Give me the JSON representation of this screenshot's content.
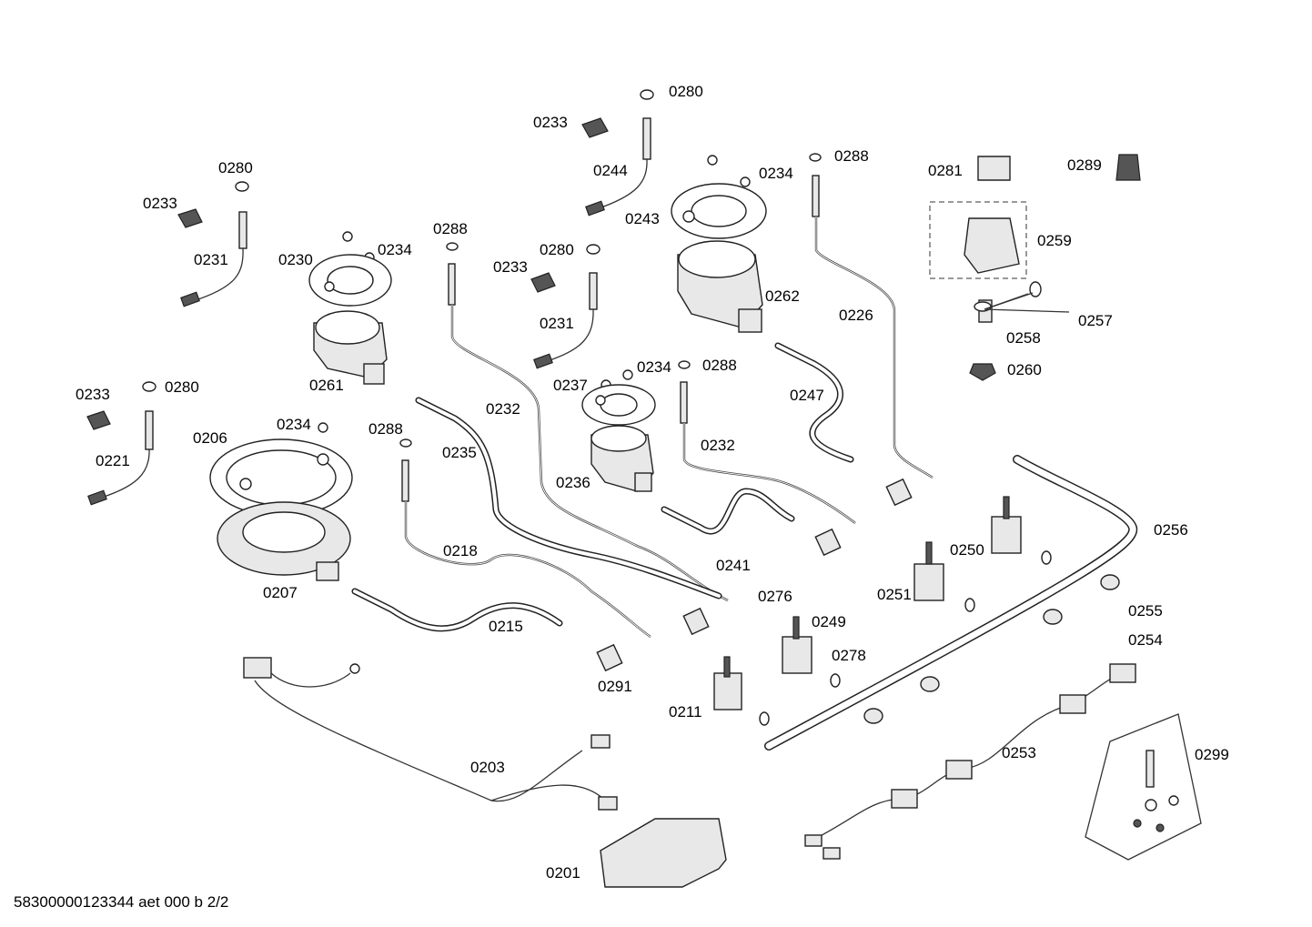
{
  "diagram": {
    "labels": {
      "p0280_a": "0280",
      "p0233_a": "0233",
      "p0244": "0244",
      "p0234_a": "0234",
      "p0288_a": "0288",
      "p0281": "0281",
      "p0289": "0289",
      "p0280_b": "0280",
      "p0233_b": "0233",
      "p0243": "0243",
      "p0259": "0259",
      "p0231_a": "0231",
      "p0288_b": "0288",
      "p0230": "0230",
      "p0234_b": "0234",
      "p0280_c": "0280",
      "p0233_c": "0233",
      "p0262": "0262",
      "p0257": "0257",
      "p0231_b": "0231",
      "p0226": "0226",
      "p0258": "0258",
      "p0260": "0260",
      "p0261": "0261",
      "p0234_c": "0234",
      "p0288_c": "0288",
      "p0237": "0237",
      "p0247": "0247",
      "p0233_d": "0233",
      "p0280_d": "0280",
      "p0232_a": "0232",
      "p0234_d": "0234",
      "p0288_d": "0288",
      "p0232_b": "0232",
      "p0206": "0206",
      "p0235": "0235",
      "p0221": "0221",
      "p0236": "0236",
      "p0256": "0256",
      "p0218": "0218",
      "p0250": "0250",
      "p0241": "0241",
      "p0251": "0251",
      "p0207": "0207",
      "p0276": "0276",
      "p0255": "0255",
      "p0249": "0249",
      "p0215": "0215",
      "p0254": "0254",
      "p0278": "0278",
      "p0291": "0291",
      "p0211": "0211",
      "p0253": "0253",
      "p0299": "0299",
      "p0203": "0203",
      "p0201": "0201"
    },
    "footer": "58300000123344 aet 000 b 2/2"
  }
}
